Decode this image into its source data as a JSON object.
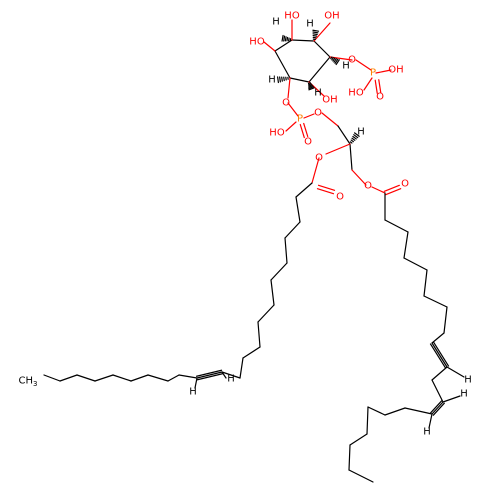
{
  "colors": {
    "bond": "#000000",
    "oxygen": "#ff0000",
    "phosphorus": "#ff8000",
    "carbon": "#000000",
    "hydrogen": "#000000",
    "background": "#ffffff"
  },
  "atom_labels": {
    "oh": "OH",
    "ho": "HO",
    "o": "O",
    "p": "P",
    "h": "H",
    "ch3": "CH",
    "ch3_subscript": "3"
  }
}
